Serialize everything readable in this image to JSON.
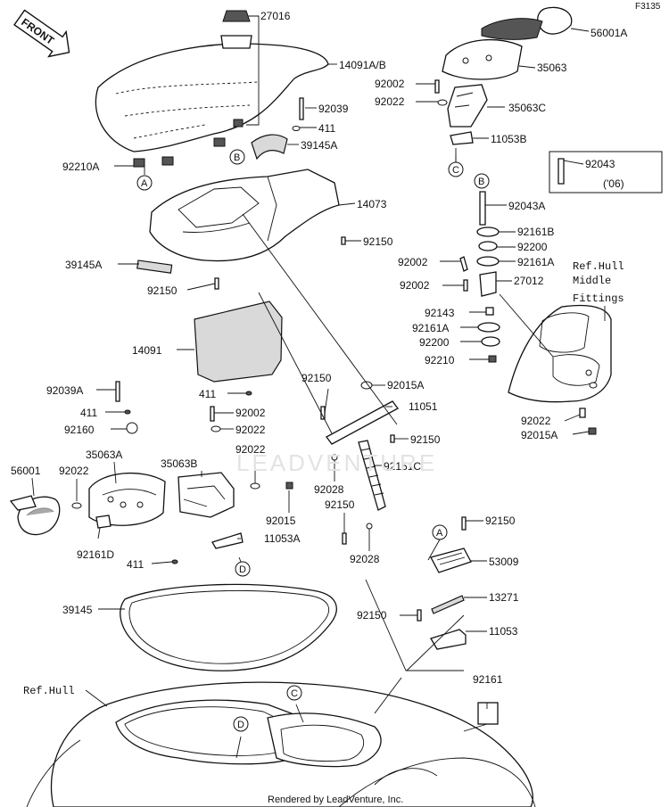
{
  "figure_code": "F3135",
  "front_label": "FRONT",
  "watermark": "LEADVENTURE",
  "footer": "Rendered by LeadVenture, Inc.",
  "parts": {
    "p27016": "27016",
    "p14091ab": "14091A/B",
    "p92039": "92039",
    "p411a": "411",
    "p39145a_top": "39145A",
    "p92210a": "92210A",
    "p14073": "14073",
    "p92150_1": "92150",
    "p39145a_l": "39145A",
    "p92150_2": "92150",
    "p14091": "14091",
    "p411b": "411",
    "p92039a": "92039A",
    "p411c": "411",
    "p92160": "92160",
    "p35063a": "35063A",
    "p56001": "56001",
    "p92022_l": "92022",
    "p92161d": "92161D",
    "p411d": "411",
    "p92002_c": "92002",
    "p92022_c1": "92022",
    "p35063b": "35063B",
    "p92022_c2": "92022",
    "p92015": "92015",
    "p11053a": "11053A",
    "p92150_c": "92150",
    "p92015a_c": "92015A",
    "p11051": "11051",
    "p92150_c2": "92150",
    "p92161c": "92161C",
    "p92028_1": "92028",
    "p92150_c3": "92150",
    "p92028_2": "92028",
    "p56001a": "56001A",
    "p35063": "35063",
    "p92002_r1": "92002",
    "p92022_r": "92022",
    "p35063c": "35063C",
    "p11053b": "11053B",
    "p92043": "92043",
    "p06": "('06)",
    "p92043a": "92043A",
    "p92161b": "92161B",
    "p92200_1": "92200",
    "p92002_r2": "92002",
    "p92161a_1": "92161A",
    "p92002_r3": "92002",
    "p27012": "27012",
    "p92143": "92143",
    "p92161a_2": "92161A",
    "p92200_2": "92200",
    "p92210": "92210",
    "p92022_r2": "92022",
    "p92015a_r": "92015A",
    "p92150_r": "92150",
    "p53009": "53009",
    "p13271": "13271",
    "p92150_r2": "92150",
    "p11053": "11053",
    "p39145": "39145",
    "p92161": "92161"
  },
  "refs": {
    "hull_middle_1": "Ref.Hull",
    "hull_middle_2": "Middle",
    "hull_middle_3": "Fittings",
    "hull": "Ref.Hull"
  },
  "callouts": {
    "a": "A",
    "b": "B",
    "c": "C",
    "d": "D"
  }
}
